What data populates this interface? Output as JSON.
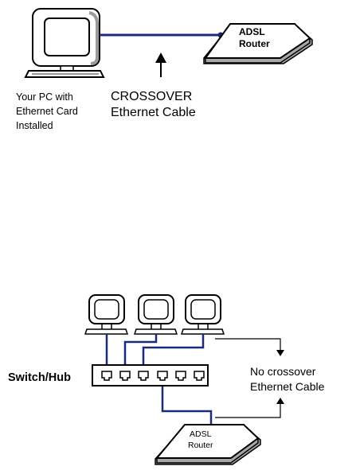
{
  "top_diagram": {
    "router_label_line1": "ADSL",
    "router_label_line2": "Router",
    "pc_caption_line1": "Your PC with",
    "pc_caption_line2": "Ethernet Card",
    "pc_caption_line3": "Installed",
    "cable_label_line1": "CROSSOVER",
    "cable_label_line2": "Ethernet Cable"
  },
  "bottom_diagram": {
    "switch_label": "Switch/Hub",
    "router_label_line1": "ADSL",
    "router_label_line2": "Router",
    "cable_label_line1": "No crossover",
    "cable_label_line2": "Ethernet Cable"
  },
  "colors": {
    "cable": "#1c2a7a",
    "outline": "#000000",
    "fill": "#ffffff",
    "shadow": "#a8a8a8"
  }
}
